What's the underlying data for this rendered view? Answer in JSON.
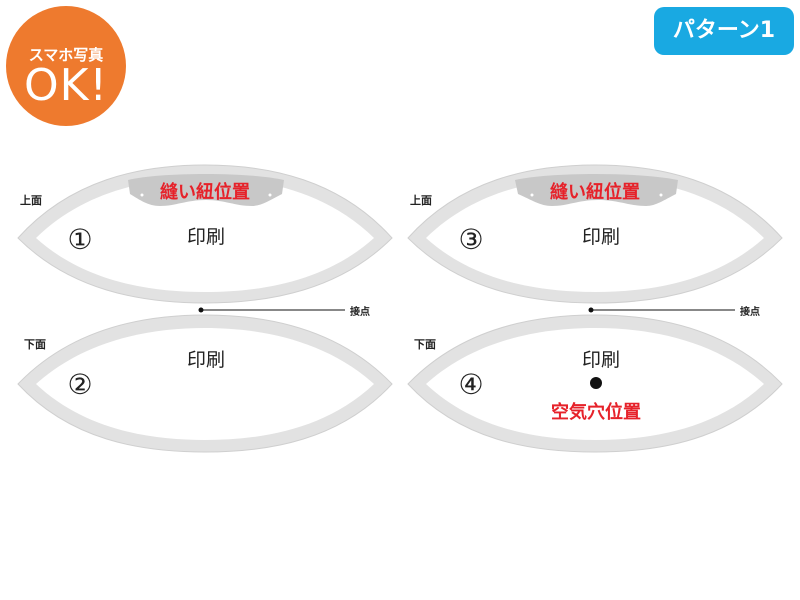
{
  "badge": {
    "line1": "スマホ写真",
    "line2": "OK!",
    "color": "#ee7a2e"
  },
  "pattern": {
    "label": "パターン1",
    "color": "#19a9e2"
  },
  "panels": [
    {
      "id": 1,
      "face_label": "上面",
      "number": "①",
      "print_label": "印刷",
      "annotation": "縫い紐位置",
      "annotation_color": "#e6222a"
    },
    {
      "id": 2,
      "face_label": "下面",
      "number": "②",
      "print_label": "印刷"
    },
    {
      "id": 3,
      "face_label": "上面",
      "number": "③",
      "print_label": "印刷",
      "annotation": "縫い紐位置",
      "annotation_color": "#e6222a"
    },
    {
      "id": 4,
      "face_label": "下面",
      "number": "④",
      "print_label": "印刷",
      "annotation": "空気穴位置",
      "annotation_color": "#e6222a",
      "marker": "air-hole-dot"
    }
  ],
  "contact_points": [
    {
      "label": "接点"
    },
    {
      "label": "接点"
    }
  ]
}
